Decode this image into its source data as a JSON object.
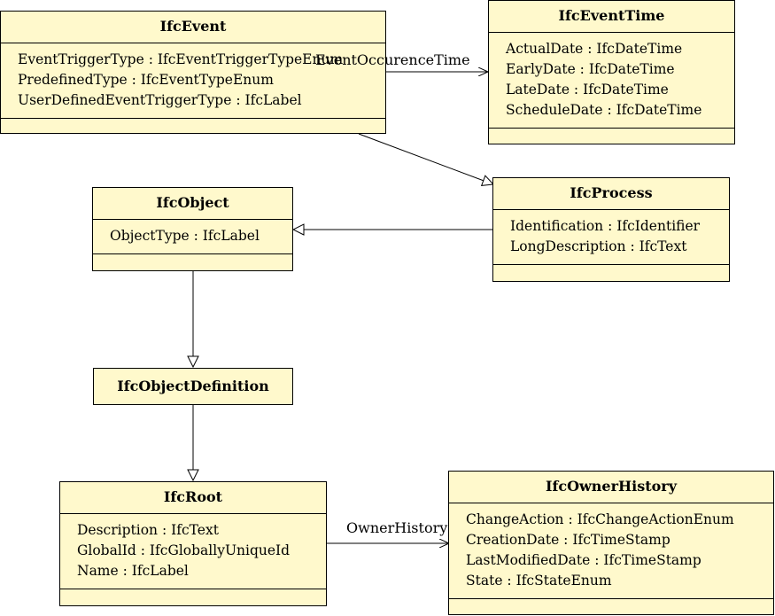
{
  "classes": {
    "ifc_event": {
      "name": "IfcEvent",
      "attributes": [
        "EventTriggerType : IfcEventTriggerTypeEnum",
        "PredefinedType : IfcEventTypeEnum",
        "UserDefinedEventTriggerType : IfcLabel"
      ]
    },
    "ifc_event_time": {
      "name": "IfcEventTime",
      "attributes": [
        "ActualDate : IfcDateTime",
        "EarlyDate : IfcDateTime",
        "LateDate : IfcDateTime",
        "ScheduleDate : IfcDateTime"
      ]
    },
    "ifc_process": {
      "name": "IfcProcess",
      "attributes": [
        "Identification : IfcIdentifier",
        "LongDescription : IfcText"
      ]
    },
    "ifc_object": {
      "name": "IfcObject",
      "attributes": [
        "ObjectType : IfcLabel"
      ]
    },
    "ifc_object_definition": {
      "name": "IfcObjectDefinition",
      "attributes": []
    },
    "ifc_root": {
      "name": "IfcRoot",
      "attributes": [
        "Description : IfcText",
        "GlobalId : IfcGloballyUniqueId",
        "Name : IfcLabel"
      ]
    },
    "ifc_owner_history": {
      "name": "IfcOwnerHistory",
      "attributes": [
        "ChangeAction : IfcChangeActionEnum",
        "CreationDate : IfcTimeStamp",
        "LastModifiedDate : IfcTimeStamp",
        "State : IfcStateEnum"
      ]
    }
  },
  "relationships": {
    "event_occurence_time": {
      "label": "EventOccurenceTime",
      "from": "IfcEvent",
      "to": "IfcEventTime",
      "kind": "association"
    },
    "owner_history": {
      "label": "OwnerHistory",
      "from": "IfcRoot",
      "to": "IfcOwnerHistory",
      "kind": "association"
    },
    "event_is_process": {
      "from": "IfcEvent",
      "to": "IfcProcess",
      "kind": "generalization"
    },
    "process_is_object": {
      "from": "IfcProcess",
      "to": "IfcObject",
      "kind": "generalization"
    },
    "object_is_definition": {
      "from": "IfcObject",
      "to": "IfcObjectDefinition",
      "kind": "generalization"
    },
    "definition_is_root": {
      "from": "IfcObjectDefinition",
      "to": "IfcRoot",
      "kind": "generalization"
    }
  },
  "colors": {
    "class_fill": "#fff9cc",
    "line": "#000000"
  }
}
